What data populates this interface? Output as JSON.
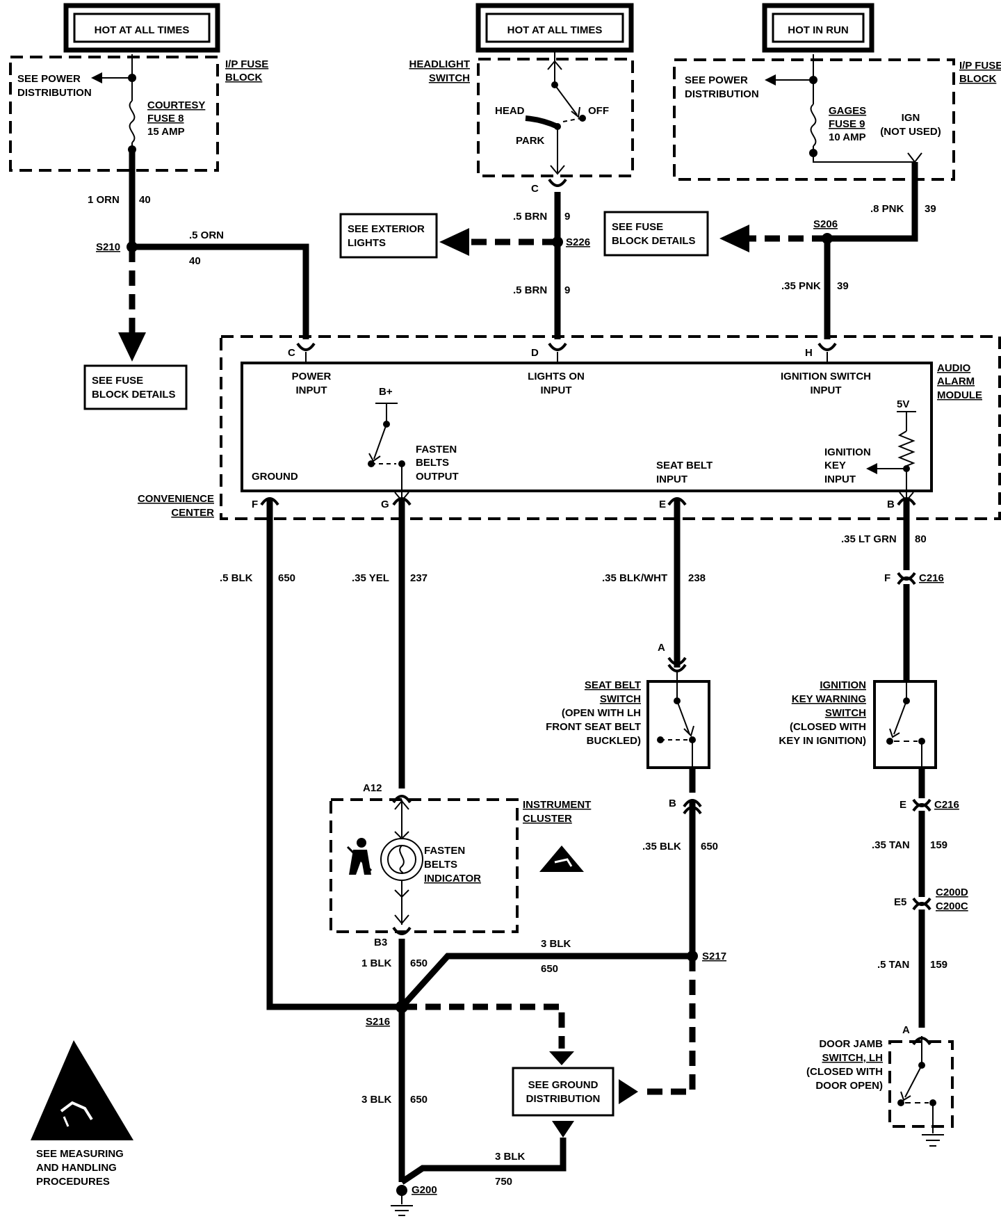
{
  "power_sources": {
    "left": "HOT AT ALL TIMES",
    "center": "HOT AT ALL TIMES",
    "right": "HOT IN RUN"
  },
  "left_fuse_block": {
    "title_line1": "I/P FUSE",
    "title_line2": "BLOCK",
    "see_line1": "SEE POWER",
    "see_line2": "DISTRIBUTION",
    "fuse_line1": "COURTESY",
    "fuse_line2": "FUSE 8",
    "fuse_line3": "15 AMP"
  },
  "headlight_switch": {
    "title_line1": "HEADLIGHT",
    "title_line2": "SWITCH",
    "head": "HEAD",
    "off": "OFF",
    "park": "PARK"
  },
  "right_fuse_block": {
    "title_line1": "I/P FUSE",
    "title_line2": "BLOCK",
    "see_line1": "SEE POWER",
    "see_line2": "DISTRIBUTION",
    "fuse_line1": "GAGES",
    "fuse_line2": "FUSE 9",
    "fuse_line3": "10 AMP",
    "ign_line1": "IGN",
    "ign_line2": "(NOT USED)"
  },
  "refs": {
    "exterior_lights_line1": "SEE EXTERIOR",
    "exterior_lights_line2": "LIGHTS",
    "fuse_block_mid_line1": "SEE FUSE",
    "fuse_block_mid_line2": "BLOCK DETAILS",
    "fuse_block_left_line1": "SEE FUSE",
    "fuse_block_left_line2": "BLOCK DETAILS",
    "ground_dist_line1": "SEE GROUND",
    "ground_dist_line2": "DISTRIBUTION",
    "measuring_line1": "SEE MEASURING",
    "measuring_line2": "AND HANDLING",
    "measuring_line3": "PROCEDURES"
  },
  "wires": {
    "w1": {
      "size": "1 ORN",
      "circuit": "40"
    },
    "w2": {
      "size": ".5 ORN",
      "circuit": "40"
    },
    "w3": {
      "size": ".5 BRN",
      "circuit": "9"
    },
    "w4": {
      "size": ".5 BRN",
      "circuit": "9"
    },
    "w5": {
      "size": ".8 PNK",
      "circuit": "39"
    },
    "w6": {
      "size": ".35 PNK",
      "circuit": "39"
    },
    "w7": {
      "size": ".5 BLK",
      "circuit": "650"
    },
    "w8": {
      "size": ".35 YEL",
      "circuit": "237"
    },
    "w9": {
      "size": ".35 BLK/WHT",
      "circuit": "238"
    },
    "w10": {
      "size": ".35 LT GRN",
      "circuit": "80"
    },
    "w11": {
      "size": ".35 BLK",
      "circuit": "650"
    },
    "w12": {
      "size": ".35 TAN",
      "circuit": "159"
    },
    "w13": {
      "size": ".5 TAN",
      "circuit": "159"
    },
    "w14": {
      "size": "1 BLK",
      "circuit": "650"
    },
    "w15": {
      "size": "3 BLK",
      "circuit": "650"
    },
    "w16": {
      "size": "3 BLK",
      "circuit": "650"
    },
    "w17": {
      "size": "3 BLK",
      "circuit": "750"
    }
  },
  "splices": {
    "s210": "S210",
    "s226": "S226",
    "s206": "S206",
    "s217": "S217",
    "s216": "S216",
    "g200": "G200"
  },
  "connectors": {
    "c216_top": "C216",
    "c216_bottom": "C216",
    "c200d": "C200D",
    "c200c": "C200C"
  },
  "pins": {
    "hs_c": "C",
    "mod_c": "C",
    "mod_d": "D",
    "mod_h": "H",
    "mod_f": "F",
    "mod_g": "G",
    "mod_e": "E",
    "mod_b": "B",
    "c216_f": "F",
    "sb_a": "A",
    "sb_b": "B",
    "c216_e": "E",
    "c200_e5": "E5",
    "dj_a": "A",
    "ic_a12": "A12",
    "ic_b3": "B3"
  },
  "module": {
    "name_line1": "AUDIO",
    "name_line2": "ALARM",
    "name_line3": "MODULE",
    "center_line1": "CONVENIENCE",
    "center_line2": "CENTER",
    "power_input_line1": "POWER",
    "power_input_line2": "INPUT",
    "lights_on_line1": "LIGHTS ON",
    "lights_on_line2": "INPUT",
    "ign_switch_line1": "IGNITION SWITCH",
    "ign_switch_line2": "INPUT",
    "bplus": "B+",
    "five_v": "5V",
    "fasten_line1": "FASTEN",
    "fasten_line2": "BELTS",
    "fasten_line3": "OUTPUT",
    "ground": "GROUND",
    "seat_belt_input_line1": "SEAT BELT",
    "seat_belt_input_line2": "INPUT",
    "ign_key_line1": "IGNITION",
    "ign_key_line2": "KEY",
    "ign_key_line3": "INPUT"
  },
  "seat_belt_switch": {
    "line1": "SEAT BELT",
    "line2": "SWITCH",
    "line3": "(OPEN WITH LH",
    "line4": "FRONT SEAT BELT",
    "line5": "BUCKLED)"
  },
  "ignition_key_warning_switch": {
    "line1": "IGNITION",
    "line2": "KEY WARNING",
    "line3": "SWITCH",
    "line4": "(CLOSED WITH",
    "line5": "KEY IN IGNITION)"
  },
  "instrument_cluster": {
    "title_line1": "INSTRUMENT",
    "title_line2": "CLUSTER",
    "ind_line1": "FASTEN",
    "ind_line2": "BELTS",
    "ind_line3": "INDICATOR"
  },
  "door_jamb_switch": {
    "line1": "DOOR JAMB",
    "line2": "SWITCH, LH",
    "line3": "(CLOSED WITH",
    "line4": "DOOR OPEN)"
  },
  "icons": [
    "esd-warning-icon",
    "seat-belt-icon",
    "bulb-icon",
    "ground-icon",
    "switch-icon",
    "fuse-icon"
  ]
}
